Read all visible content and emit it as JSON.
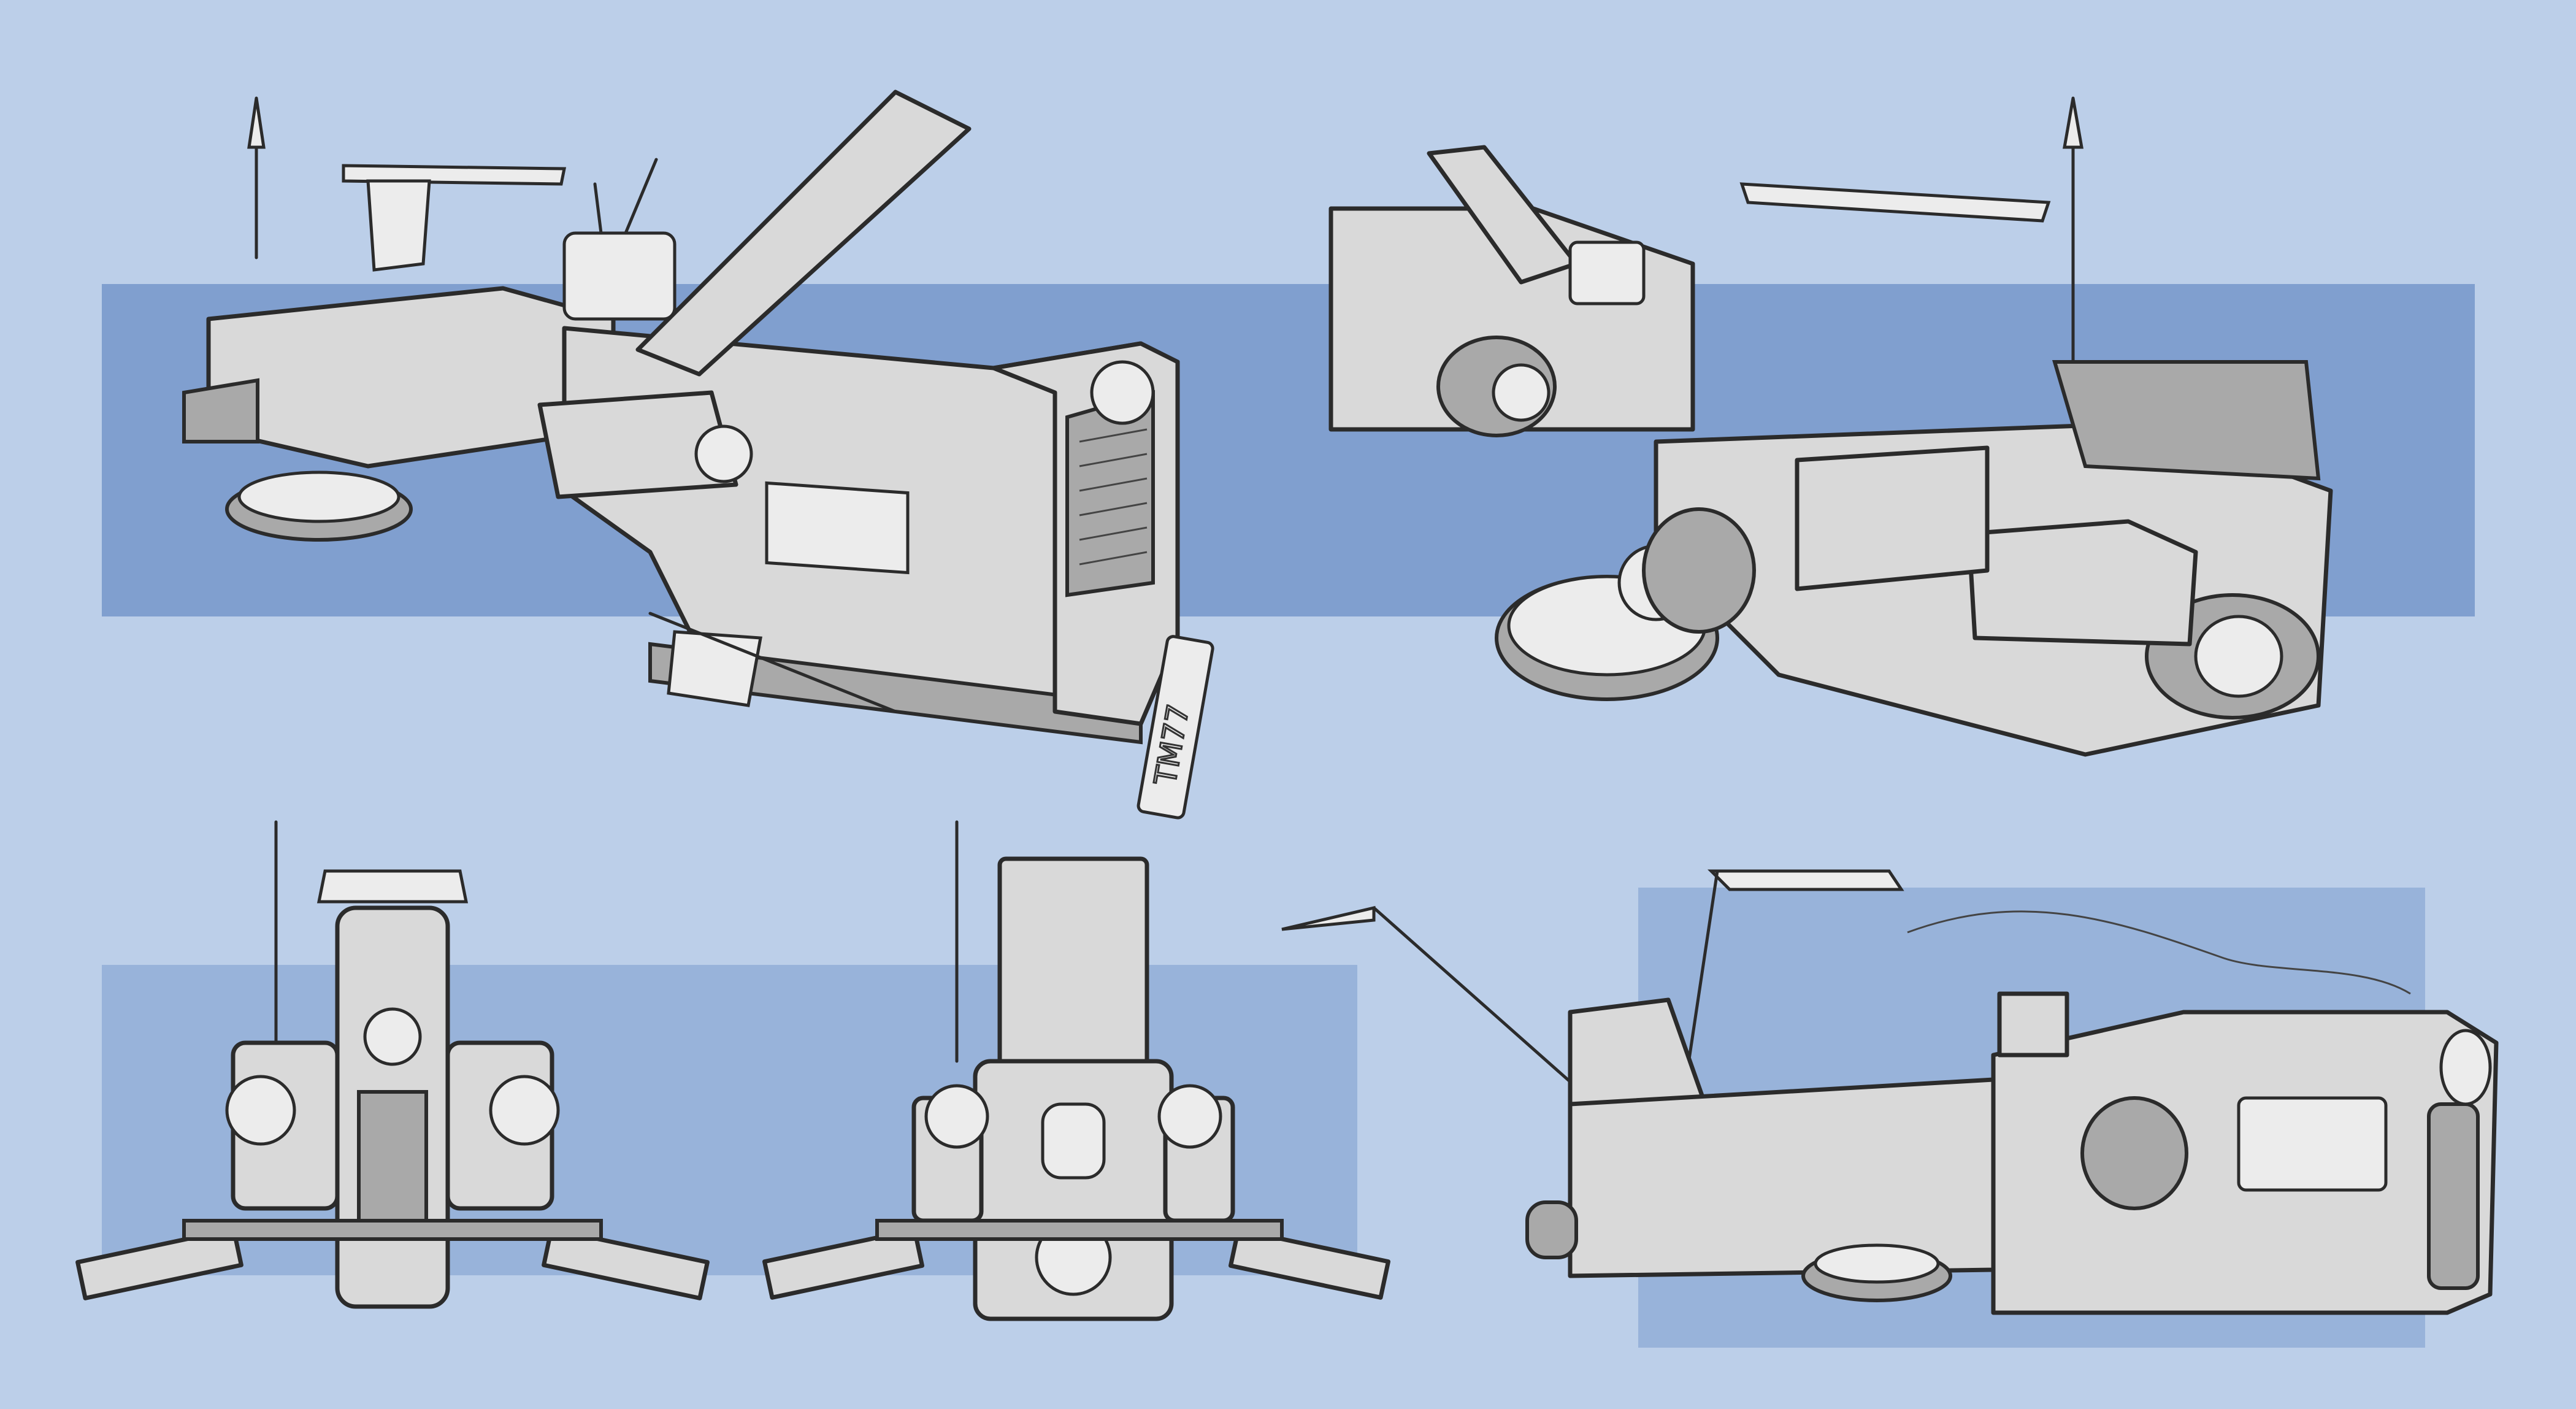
{
  "artwork": {
    "colors": {
      "background": "#bccfe9",
      "band": "#809fcf",
      "band_light": "#98b3da",
      "vehicle_body": "#d9d9d9",
      "outline": "#2b2b2b"
    },
    "views": [
      "perspective-front",
      "perspective-rear",
      "front",
      "rear",
      "side"
    ],
    "license_plate": "TM77"
  }
}
